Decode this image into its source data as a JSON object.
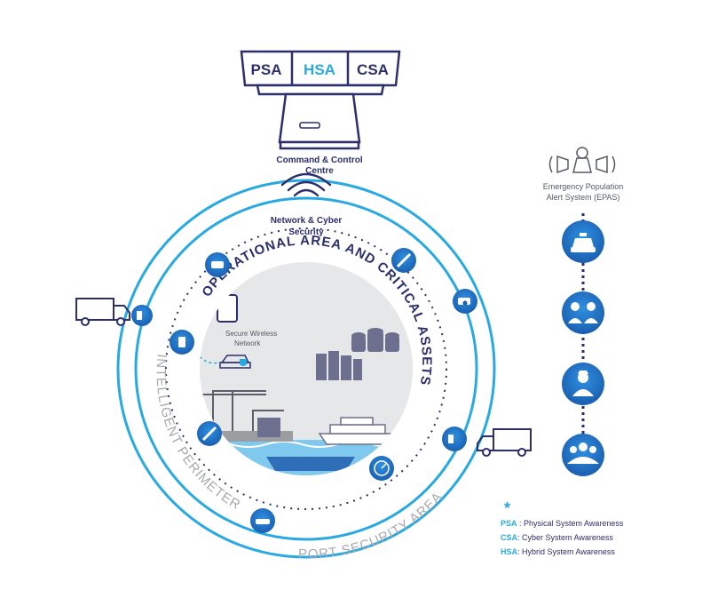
{
  "command_centre": {
    "screens": [
      "PSA",
      "HSA",
      "CSA"
    ],
    "label_line1": "Command & Control",
    "label_line2": "Centre"
  },
  "network": {
    "label_line1": "Network & Cyber",
    "label_line2": "Security"
  },
  "wireless": {
    "label_line1": "Secure Wireless",
    "label_line2": "Network"
  },
  "ring_labels": {
    "operational": "OPERATIONAL AREA AND CRITICAL ASSETS",
    "perimeter": "INTELLIGENT PERIMETER",
    "port_security": "PORT SECURITY AREA"
  },
  "epas": {
    "label_line1": "Emergency Population",
    "label_line2": "Alert System (EPAS)",
    "icons": [
      "police-car-icon",
      "responders-icon",
      "workers-icon",
      "population-icon"
    ]
  },
  "legend": {
    "marker": "*",
    "items": [
      {
        "abbr": "PSA",
        "text": "Physical System Awareness"
      },
      {
        "abbr": "CSA",
        "text": "Cyber System Awareness"
      },
      {
        "abbr": "HSA",
        "text": "Hybrid System Awareness"
      }
    ]
  },
  "colors": {
    "navy": "#2b2f6e",
    "cyan": "#29a9e1",
    "light_grey": "#e6e7e8",
    "node_blue": "#1f78c8"
  }
}
